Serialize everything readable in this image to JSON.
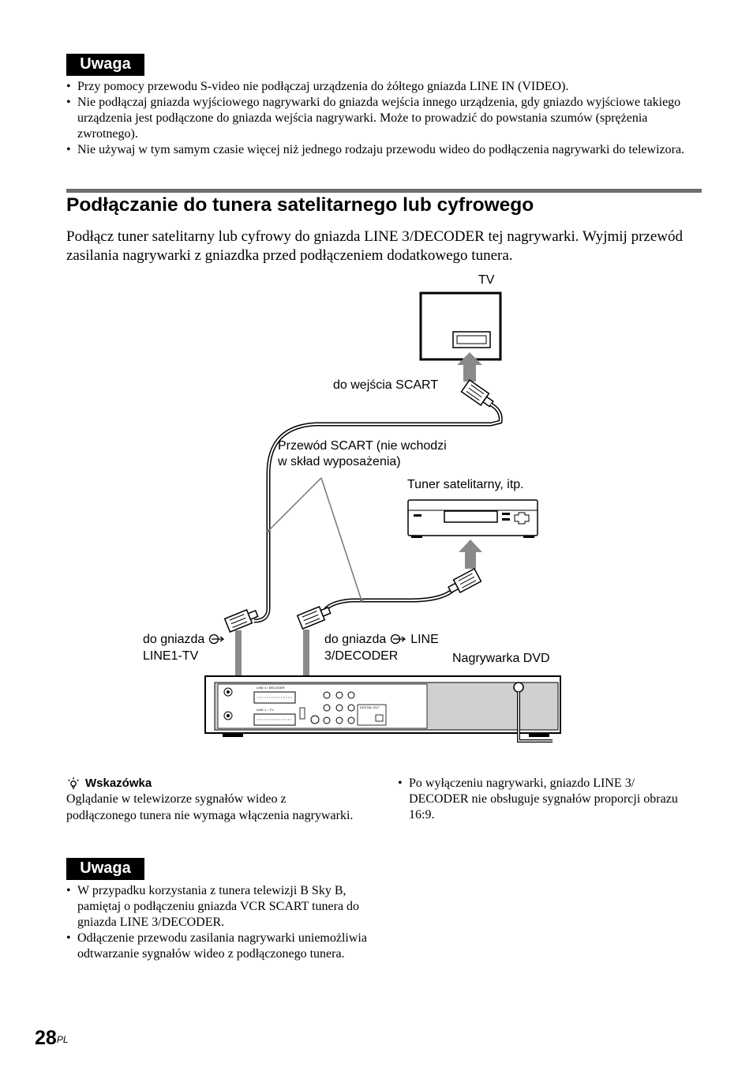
{
  "note1": {
    "title": "Uwaga",
    "items": [
      "Przy pomocy przewodu S-video nie podłączaj urządzenia do żółtego gniazda LINE IN (VIDEO).",
      "Nie podłączaj gniazda wyjściowego nagrywarki do gniazda wejścia innego urządzenia, gdy gniazdo wyjściowe takiego urządzenia jest podłączone do gniazda wejścia nagrywarki. Może to prowadzić do powstania szumów (sprężenia zwrotnego).",
      "Nie używaj w tym samym czasie więcej niż jednego rodzaju przewodu wideo do podłączenia nagrywarki do telewizora."
    ]
  },
  "section": {
    "heading": "Podłączanie do tunera satelitarnego lub cyfrowego",
    "intro": "Podłącz tuner satelitarny lub cyfrowy do gniazda LINE 3/DECODER tej nagrywarki. Wyjmij przewód zasilania nagrywarki z gniazdka przed podłączeniem dodatkowego tunera."
  },
  "diagram": {
    "tv": "TV",
    "scart_input": "do wejścia SCART",
    "cable_line1": "Przewód SCART (nie wchodzi",
    "cable_line2": "w skład wyposażenia)",
    "tuner": "Tuner satelitarny, itp.",
    "jack1_a": "do gniazda",
    "jack1_b": "LINE1-TV",
    "jack2_a": "do gniazda",
    "jack2_a2": "LINE",
    "jack2_b": "3/DECODER",
    "recorder": "Nagrywarka DVD",
    "panel_line3": "LINE 3 / DECODER",
    "panel_line1": "LINE 1 – TV",
    "panel_digital": "DIGITAL OUT"
  },
  "tip": {
    "title": "Wskazówka",
    "body": "Oglądanie w telewizorze sygnałów wideo z podłączonego tunera nie wymaga włączenia nagrywarki."
  },
  "right_note": {
    "items": [
      "Po wyłączeniu nagrywarki, gniazdo LINE 3/ DECODER nie obsługuje sygnałów proporcji obrazu 16:9."
    ]
  },
  "note2": {
    "title": "Uwaga",
    "items": [
      "W przypadku korzystania z tunera telewizji B Sky B, pamiętaj o podłączeniu gniazda VCR SCART tunera do gniazda LINE 3/DECODER.",
      "Odłączenie przewodu zasilania nagrywarki uniemożliwia odtwarzanie sygnałów wideo z podłączonego tunera."
    ]
  },
  "page": {
    "number": "28",
    "lang": "PL"
  }
}
